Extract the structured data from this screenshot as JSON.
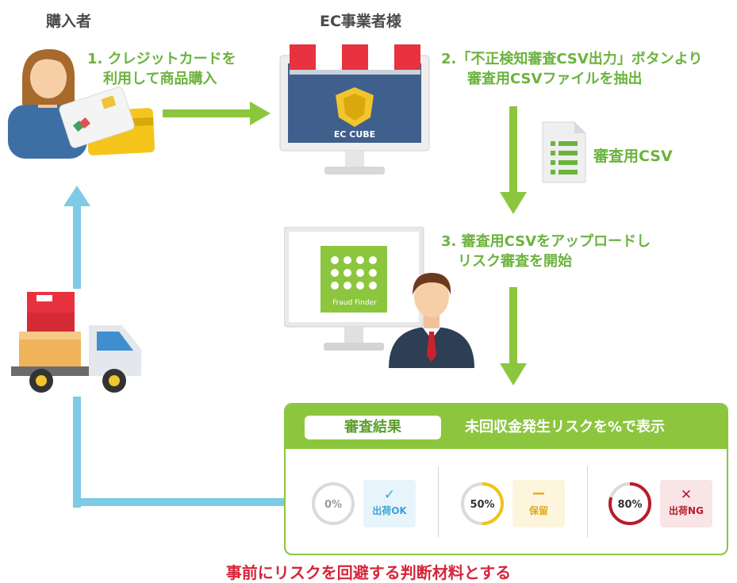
{
  "labels": {
    "buyer": "購入者",
    "merchant": "EC事業者様"
  },
  "steps": {
    "step1_line1": "1. クレジットカードを",
    "step1_line2": "利用して商品購入",
    "step2_line1": "2.「不正検知審査CSV出力」ボタンより",
    "step2_line2": "審査用CSVファイルを抽出",
    "step3_line1": "3. 審査用CSVをアップロードし",
    "step3_line2": "リスク審査を開始"
  },
  "csv_label": "審査用CSV",
  "store_logo": "EC CUBE",
  "fraud_logo": "Fraud Finder",
  "result": {
    "title": "審査結果",
    "description": "未回収金発生リスクを%で表示",
    "items": [
      {
        "percent": "0%",
        "mark": "✓",
        "label": "出荷OK",
        "color": "#35a6d8",
        "bg": "#e8f4fb",
        "ring": "#c8c8c8",
        "fill": 0
      },
      {
        "percent": "50%",
        "mark": "ー",
        "label": "保留",
        "color": "#e0a91a",
        "bg": "#fdf5dc",
        "ring": "#f2c21b",
        "fill": 0.5
      },
      {
        "percent": "80%",
        "mark": "✕",
        "label": "出荷NG",
        "color": "#b81c2b",
        "bg": "#f9e4e6",
        "ring": "#b81c2b",
        "fill": 0.8
      }
    ]
  },
  "footer": "事前にリスクを回避する判断材料とする",
  "colors": {
    "green": "#8cc63f",
    "blue_arrow": "#7ecbe5",
    "red_text": "#d6253a"
  }
}
